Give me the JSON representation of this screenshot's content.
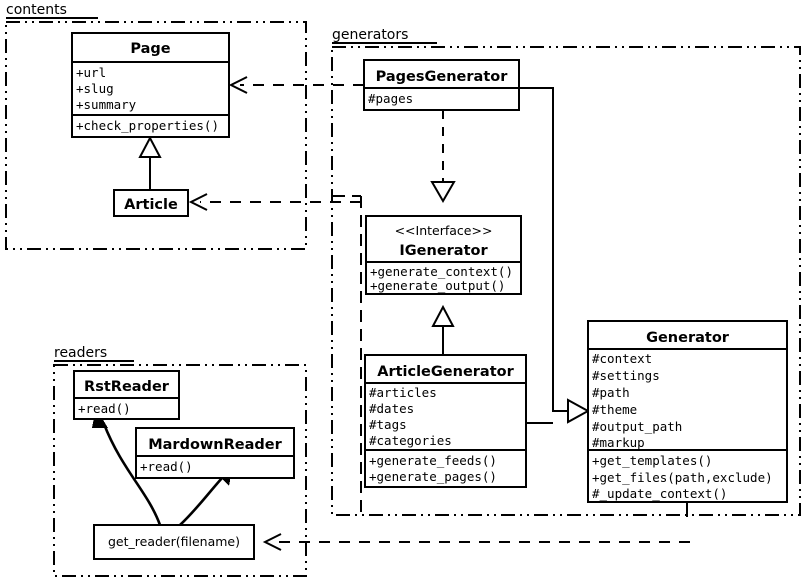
{
  "diagram": {
    "kind": "uml-class-diagram",
    "background": "#ffffff",
    "line_color": "#000000"
  },
  "packages": [
    {
      "id": "contents",
      "label": "contents",
      "border_style": "dash-dot-dot"
    },
    {
      "id": "generators",
      "label": "generators",
      "border_style": "dash-dot-dot"
    },
    {
      "id": "readers",
      "label": "readers",
      "border_style": "dash-dot-dot"
    }
  ],
  "classes": {
    "page": {
      "name": "Page",
      "stereotype": "",
      "attributes": [
        "+url",
        "+slug",
        "+summary"
      ],
      "methods": [
        "+check_properties()"
      ]
    },
    "article": {
      "name": "Article",
      "stereotype": "",
      "attributes": [],
      "methods": []
    },
    "pages_generator": {
      "name": "PagesGenerator",
      "stereotype": "",
      "attributes": [
        "#pages"
      ],
      "methods": []
    },
    "igenerator": {
      "name": "IGenerator",
      "stereotype": "<<Interface>>",
      "attributes": [],
      "methods": [
        "+generate_context()",
        "+generate_output()"
      ]
    },
    "article_generator": {
      "name": "ArticleGenerator",
      "stereotype": "",
      "attributes": [
        "#articles",
        "#dates",
        "#tags",
        "#categories"
      ],
      "methods": [
        "+generate_feeds()",
        "+generate_pages()"
      ]
    },
    "generator": {
      "name": "Generator",
      "stereotype": "",
      "attributes": [
        "#context",
        "#settings",
        "#path",
        "#theme",
        "#output_path",
        "#markup"
      ],
      "methods": [
        "+get_templates()",
        "+get_files(path,exclude)",
        "#_update_context()"
      ]
    },
    "rst_reader": {
      "name": "RstReader",
      "stereotype": "",
      "attributes": [],
      "methods": [
        "+read()"
      ]
    },
    "mardown_reader": {
      "name": "MardownReader",
      "stereotype": "",
      "attributes": [],
      "methods": [
        "+read()"
      ]
    }
  },
  "functions": {
    "get_reader": {
      "label": "get_reader(filename)"
    }
  },
  "relations": [
    {
      "from": "article",
      "to": "page",
      "type": "generalization"
    },
    {
      "from": "pages_generator",
      "to": "page",
      "type": "dependency"
    },
    {
      "from": "article_generator",
      "to": "article",
      "type": "dependency"
    },
    {
      "from": "pages_generator",
      "to": "igenerator",
      "type": "realization"
    },
    {
      "from": "article_generator",
      "to": "igenerator",
      "type": "generalization"
    },
    {
      "from": "pages_generator",
      "to": "generator",
      "type": "generalization"
    },
    {
      "from": "article_generator",
      "to": "generator",
      "type": "generalization"
    },
    {
      "from": "generator",
      "to": "get_reader",
      "type": "dependency"
    },
    {
      "from": "get_reader",
      "to": "rst_reader",
      "type": "creates"
    },
    {
      "from": "get_reader",
      "to": "mardown_reader",
      "type": "creates"
    }
  ]
}
